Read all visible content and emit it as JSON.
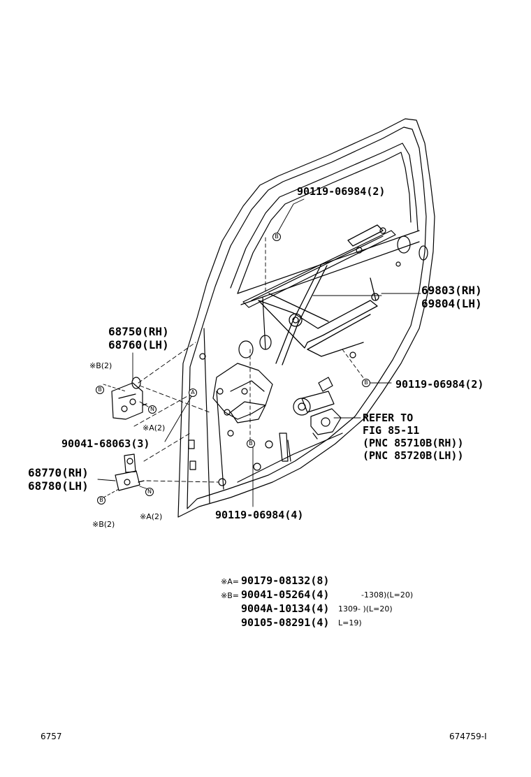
{
  "callouts": {
    "bolt_top": "90119-06984(2)",
    "regulator_rh": "69803(RH)",
    "regulator_lh": "69804(LH)",
    "bolt_right": "90119-06984(2)",
    "refer_to": "REFER TO",
    "fig_ref": "FIG 85-11",
    "pnc_rh": "(PNC 85710B(RH))",
    "pnc_lh": "(PNC 85720B(LH))",
    "bolt_bottom": "90119-06984(4)",
    "hinge_upper_rh": "68750(RH)",
    "hinge_upper_lh": "68760(LH)",
    "hinge_lower_rh": "68770(RH)",
    "hinge_lower_lh": "68780(LH)",
    "bolt_hinge": "90041-68063(3)",
    "mark_b2_upper": "※B(2)",
    "mark_a2_upper": "※A(2)",
    "mark_a2_lower": "※A(2)",
    "mark_b2_lower": "※B(2)",
    "letter_a": "A",
    "letter_b": "B",
    "letter_n": "N"
  },
  "parts_list": [
    {
      "mark": "※A=",
      "part": "90179-08132(8)",
      "note": ""
    },
    {
      "mark": "※B=",
      "part": "90041-05264(4)",
      "note": "-1308)(L=20)"
    },
    {
      "mark": "",
      "part": "9004A-10134(4)",
      "note": "1309-       )(L=20)"
    },
    {
      "mark": "",
      "part": "90105-08291(4)",
      "note": "L=19)"
    }
  ],
  "footer": {
    "left": "6757",
    "right": "674759-I"
  }
}
